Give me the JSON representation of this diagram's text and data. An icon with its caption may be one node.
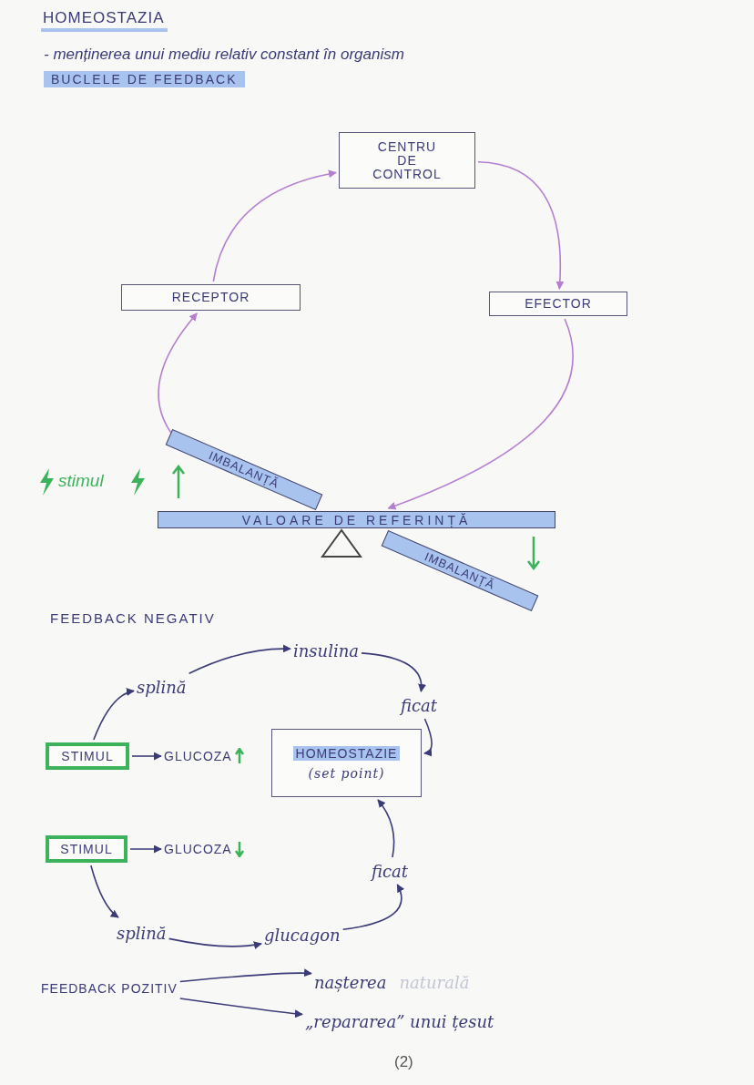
{
  "diagram": {
    "title": "HOMEOSTAZIA",
    "nodes": [
      {
        "text": [
          "CENTRU DE CONTROL"
        ]
      },
      {
        "text": [
          "RECEPTOR"
        ]
      },
      {
        "text": [
          "EFECTOR"
        ]
      },
      {
        "text": [
          "IMBALANȚĂ"
        ]
      },
      {
        "text": [
          "VALOARE DE REFERINȚĂ"
        ]
      },
      {
        "text": [
          "IMBALANȚĂ"
        ]
      },
      {
        "text": [
          "splină"
        ]
      },
      {
        "text": [
          "insulina"
        ]
      },
      {
        "text": [
          "ficat"
        ]
      },
      {
        "text": [
          "STIMUL"
        ]
      },
      {
        "text": [
          "GLUCOZA"
        ]
      },
      {
        "text": [
          "HOMEOSTAZIE",
          "(set point)"
        ]
      },
      {
        "text": [
          "STIMUL"
        ]
      },
      {
        "text": [
          "GLUCOZA"
        ]
      },
      {
        "text": [
          "ficat"
        ]
      },
      {
        "text": [
          "splină"
        ]
      },
      {
        "text": [
          "glucagon"
        ]
      },
      {
        "text": [
          "FEEDBACK POZITIV"
        ]
      },
      {
        "text": [
          "nașterea"
        ],
        "beside": [
          "naturală"
        ]
      },
      {
        "text": [
          "„repararea” unui țesut"
        ]
      }
    ],
    "edges": [
      {
        "from": 1,
        "to": 0,
        "arrow": "to",
        "color": "#b57fd0"
      },
      {
        "from": 0,
        "to": 2,
        "arrow": "to",
        "color": "#b57fd0"
      },
      {
        "from": 2,
        "to": 4,
        "arrow": "to",
        "color": "#b57fd0"
      },
      {
        "from": 3,
        "to": 1,
        "arrow": "to",
        "color": "#b57fd0"
      },
      {
        "from": 9,
        "to": 6,
        "arrow": "to"
      },
      {
        "from": 6,
        "to": 7,
        "arrow": "to"
      },
      {
        "from": 7,
        "to": 8,
        "arrow": "to"
      },
      {
        "from": 8,
        "to": 11,
        "arrow": "to"
      },
      {
        "from": 9,
        "to": 10,
        "arrow": "to"
      },
      {
        "from": 12,
        "to": 13,
        "arrow": "to"
      },
      {
        "from": 12,
        "to": 15,
        "arrow": "to"
      },
      {
        "from": 15,
        "to": 16,
        "arrow": "to"
      },
      {
        "from": 16,
        "to": 14,
        "arrow": "to"
      },
      {
        "from": 14,
        "to": 11,
        "arrow": "to"
      },
      {
        "from": 17,
        "to": 18,
        "arrow": "to"
      },
      {
        "from": 17,
        "to": 19,
        "arrow": "to"
      }
    ],
    "labels": [
      "- menținerea unui mediu relativ constant în organism",
      "BUCLELE DE FEEDBACK",
      "stimul",
      "FEEDBACK NEGATIV",
      "(2)"
    ]
  }
}
